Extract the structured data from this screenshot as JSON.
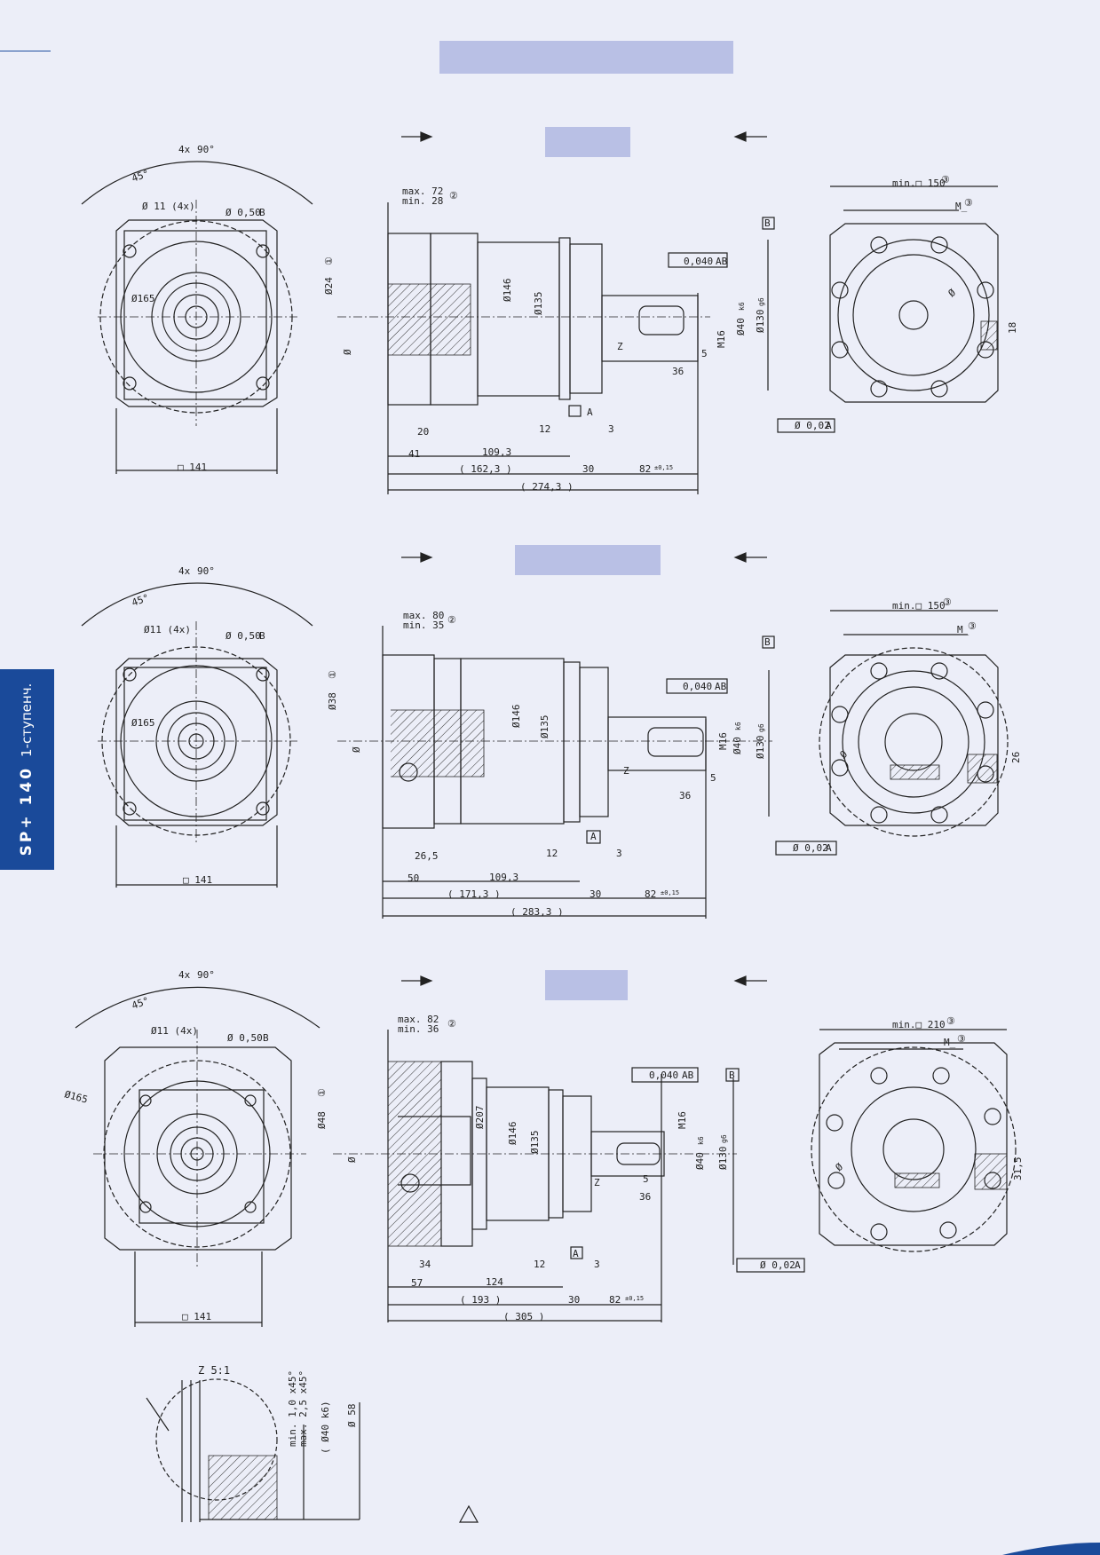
{
  "sidebar": {
    "tab_label_main": "SP+ 140",
    "tab_label_sub": "1-ступенч."
  },
  "colors": {
    "accent": "#1a4a9a",
    "band": "#b9c0e5",
    "background": "#eceef8",
    "line": "#222222"
  },
  "row1": {
    "front": {
      "angle": "4x",
      "angle_box": "90°",
      "angle_small": "45°",
      "holes": "Ø 11 (4x)",
      "position_tol": "Ø 0,50",
      "datum_b": "B",
      "pcd": "Ø165",
      "square": "□ 141"
    },
    "side": {
      "max": "max. 72",
      "min": "min. 28",
      "note2": "②",
      "bore": "Ø24",
      "bore_note": "①",
      "bore_small": "Ø",
      "d146": "Ø146",
      "d135": "Ø135",
      "runout": "0,040",
      "runout_ab": "AB",
      "d40": "Ø40",
      "d40_fit": "k6",
      "m16": "M16",
      "d130": "Ø130",
      "d130_fit": "g6",
      "z": "Z",
      "l5": "5",
      "l36": "36",
      "datum_a": "A",
      "perp": "Ø 0,02",
      "perp_a": "A",
      "datum_b": "B",
      "l20": "20",
      "l12": "12",
      "l3": "3",
      "l41": "41",
      "l109": "109,3",
      "l162": "( 162,3 )",
      "l30": "30",
      "l82": "82",
      "l82_tol": "±0,15",
      "l274": "( 274,3 )"
    },
    "rear": {
      "min_sq": "min.□ 150",
      "m_label": "M_",
      "note3": "③",
      "d_label": "Ø",
      "w18": "18"
    }
  },
  "row2": {
    "front": {
      "angle": "4x",
      "angle_box": "90°",
      "angle_small": "45°",
      "holes": "Ø11 (4x)",
      "position_tol": "Ø 0,50",
      "datum_b": "B",
      "pcd": "Ø165",
      "square": "□ 141"
    },
    "side": {
      "max": "max. 80",
      "min": "min. 35",
      "note2": "②",
      "bore": "Ø38",
      "bore_note": "①",
      "bore_small": "Ø",
      "d146": "Ø146",
      "d135": "Ø135",
      "runout": "0,040",
      "runout_ab": "AB",
      "d40": "Ø40",
      "d40_fit": "k6",
      "m16": "M16",
      "d130": "Ø130",
      "d130_fit": "g6",
      "z": "Z",
      "l5": "5",
      "l36": "36",
      "datum_a": "A",
      "perp": "Ø 0,02",
      "perp_a": "A",
      "datum_b": "B",
      "l26": "26,5",
      "l12": "12",
      "l3": "3",
      "l50": "50",
      "l109": "109,3",
      "l171": "( 171,3 )",
      "l30": "30",
      "l82": "82",
      "l82_tol": "±0,15",
      "l283": "( 283,3 )"
    },
    "rear": {
      "min_sq": "min.□ 150",
      "m_label": "M_",
      "note3": "③",
      "d_label": "Ø",
      "w26": "26"
    }
  },
  "row3": {
    "front": {
      "angle": "4x",
      "angle_box": "90°",
      "angle_small": "45°",
      "holes": "Ø11 (4x)",
      "position_tol": "Ø 0,50",
      "datum_b": "B",
      "pcd": "Ø165",
      "square": "□ 141"
    },
    "side": {
      "max": "max. 82",
      "min": "min. 36",
      "note2": "②",
      "bore": "Ø48",
      "bore_note": "①",
      "bore_small": "Ø",
      "d207": "Ø207",
      "d146": "Ø146",
      "d135": "Ø135",
      "runout": "0,040",
      "runout_ab": "AB",
      "d40": "Ø40",
      "d40_fit": "k6",
      "m16": "M16",
      "d130": "Ø130",
      "d130_fit": "g6",
      "z": "Z",
      "l5": "5",
      "l36": "36",
      "datum_a": "A",
      "perp": "Ø 0,02",
      "perp_a": "A",
      "datum_b": "B",
      "l34": "34",
      "l12": "12",
      "l3": "3",
      "l57": "57",
      "l124": "124",
      "l193": "( 193 )",
      "l30": "30",
      "l82": "82",
      "l82_tol": "±0,15",
      "l305": "( 305 )"
    },
    "rear": {
      "min_sq": "min.□ 210",
      "m_label": "M_",
      "note3": "③",
      "d_label": "Ø",
      "w31": "31,5"
    }
  },
  "detail": {
    "scale": "Z 5:1",
    "chamfer_min": "min. 1,0 x45°",
    "chamfer_max": "max. 2,5 x45°",
    "d40": "( Ø40 k6)",
    "d58": "Ø 58"
  }
}
